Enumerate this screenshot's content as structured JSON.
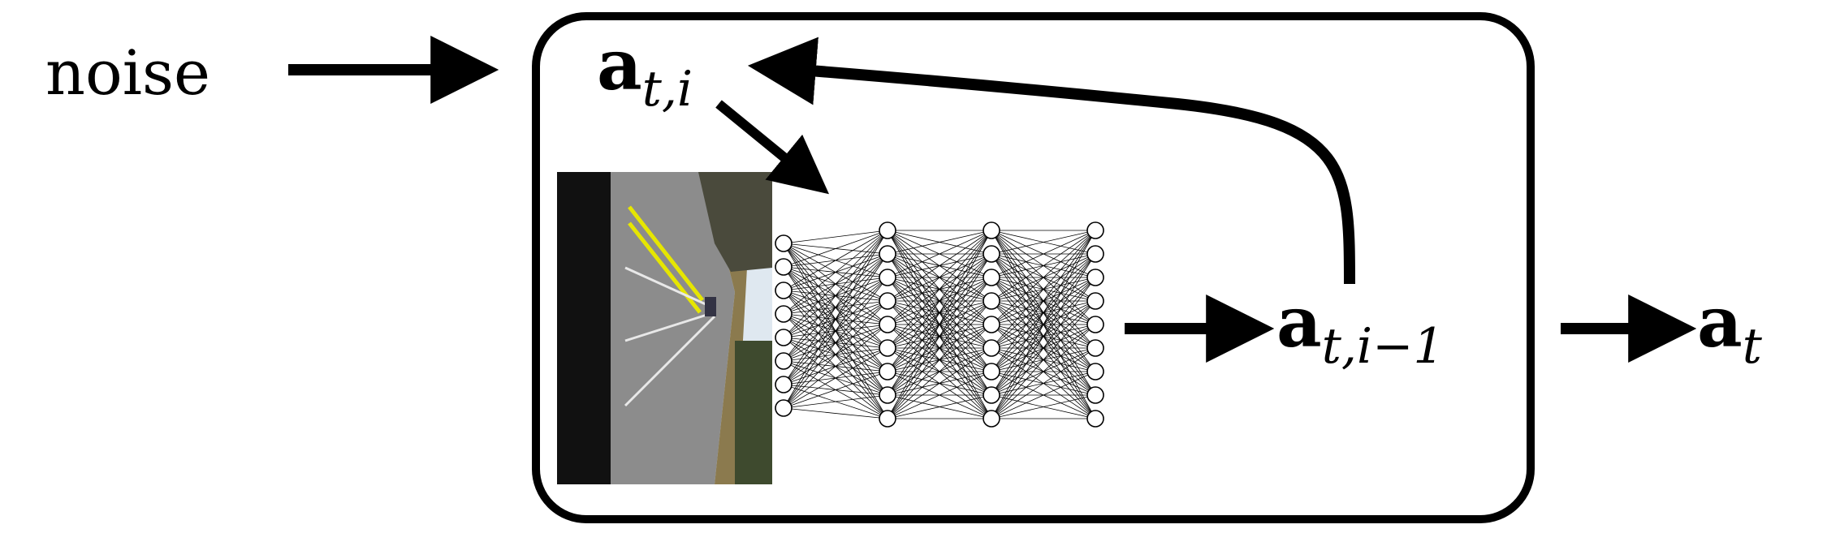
{
  "diagram": {
    "input_label": "noise",
    "state_label": {
      "symbol": "a",
      "subscript": "t,i"
    },
    "output_step_label": {
      "symbol": "a",
      "subscript": "t,i−1"
    },
    "final_label": {
      "symbol": "a",
      "subscript": "t"
    },
    "network": {
      "layer_sizes": [
        8,
        9,
        9,
        9
      ]
    },
    "colors": {
      "stroke": "#000000",
      "road": "#8c8c8c",
      "lane_line": "#e6e600",
      "sky": "#dfe8f0",
      "grass": "#8b7a4e"
    },
    "icons": [
      "road-camera-image",
      "neural-network-icon"
    ]
  }
}
